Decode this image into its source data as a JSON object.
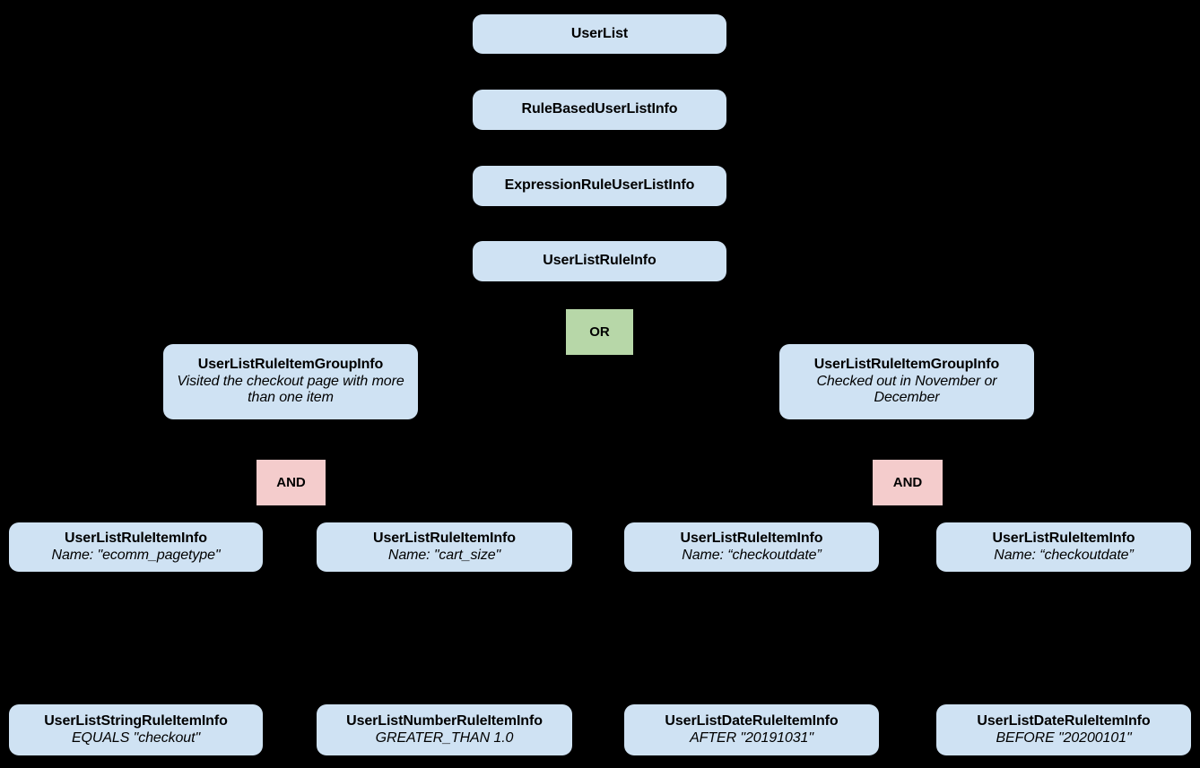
{
  "diagram": {
    "background_color": "#000000",
    "entity_fill": "#cfe2f3",
    "or_fill": "#b7d7a8",
    "and_fill": "#f4cccc",
    "text_color": "#000000",
    "nodes": [
      {
        "id": "userlist",
        "kind": "entity",
        "title": "UserList",
        "subtitle": ""
      },
      {
        "id": "rulebased",
        "kind": "entity",
        "title": "RuleBasedUserListInfo",
        "subtitle": ""
      },
      {
        "id": "expression",
        "kind": "entity",
        "title": "ExpressionRuleUserListInfo",
        "subtitle": ""
      },
      {
        "id": "ruleinfo",
        "kind": "entity",
        "title": "UserListRuleInfo",
        "subtitle": ""
      },
      {
        "id": "or",
        "kind": "operator",
        "title": "OR",
        "subtitle": ""
      },
      {
        "id": "group-left",
        "kind": "entity",
        "title": "UserListRuleItemGroupInfo",
        "subtitle": "Visited the checkout page with more than one item"
      },
      {
        "id": "group-right",
        "kind": "entity",
        "title": "UserListRuleItemGroupInfo",
        "subtitle": "Checked out in November or December"
      },
      {
        "id": "and-left",
        "kind": "operator",
        "title": "AND",
        "subtitle": ""
      },
      {
        "id": "and-right",
        "kind": "operator",
        "title": "AND",
        "subtitle": ""
      },
      {
        "id": "item-1",
        "kind": "entity",
        "title": "UserListRuleItemInfo",
        "subtitle": "Name: \"ecomm_pagetype\""
      },
      {
        "id": "item-2",
        "kind": "entity",
        "title": "UserListRuleItemInfo",
        "subtitle": "Name: \"cart_size\""
      },
      {
        "id": "item-3",
        "kind": "entity",
        "title": "UserListRuleItemInfo",
        "subtitle": "Name: “checkoutdate”"
      },
      {
        "id": "item-4",
        "kind": "entity",
        "title": "UserListRuleItemInfo",
        "subtitle": "Name: “checkoutdate”"
      },
      {
        "id": "leaf-1",
        "kind": "entity",
        "title": "UserListStringRuleItemInfo",
        "subtitle": "EQUALS \"checkout\""
      },
      {
        "id": "leaf-2",
        "kind": "entity",
        "title": "UserListNumberRuleItemInfo",
        "subtitle": "GREATER_THAN 1.0"
      },
      {
        "id": "leaf-3",
        "kind": "entity",
        "title": "UserListDateRuleItemInfo",
        "subtitle": "AFTER \"20191031\""
      },
      {
        "id": "leaf-4",
        "kind": "entity",
        "title": "UserListDateRuleItemInfo",
        "subtitle": "BEFORE \"20200101\""
      }
    ],
    "edges": [
      {
        "from": "userlist",
        "to": "rulebased"
      },
      {
        "from": "rulebased",
        "to": "expression"
      },
      {
        "from": "expression",
        "to": "ruleinfo"
      },
      {
        "from": "ruleinfo",
        "to": "group-left"
      },
      {
        "from": "ruleinfo",
        "to": "group-right"
      },
      {
        "from": "group-left",
        "to": "item-1"
      },
      {
        "from": "group-left",
        "to": "item-2"
      },
      {
        "from": "group-right",
        "to": "item-3"
      },
      {
        "from": "group-right",
        "to": "item-4"
      },
      {
        "from": "item-1",
        "to": "leaf-1"
      },
      {
        "from": "item-2",
        "to": "leaf-2"
      },
      {
        "from": "item-3",
        "to": "leaf-3"
      },
      {
        "from": "item-4",
        "to": "leaf-4"
      }
    ]
  }
}
